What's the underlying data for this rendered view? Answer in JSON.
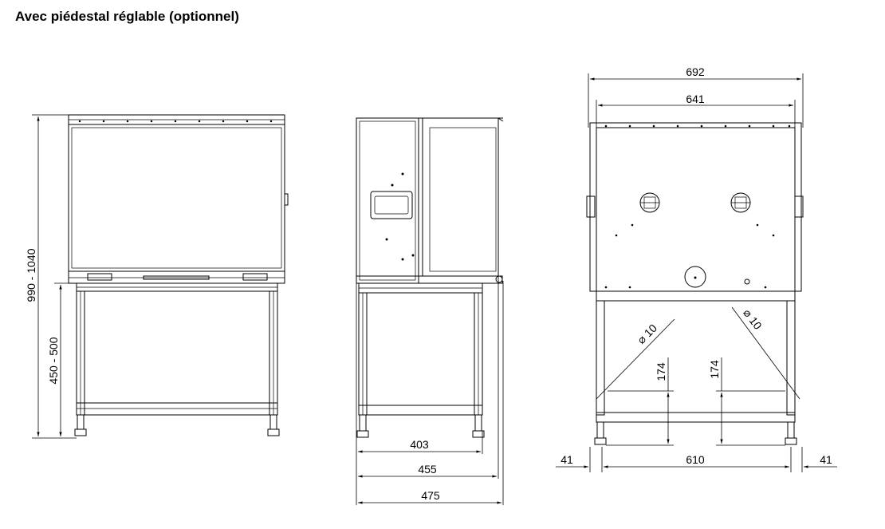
{
  "title": "Avec piédestal réglable (optionnel)",
  "front_view": {
    "total_height": "990 - 1040",
    "stand_height": "450 - 500"
  },
  "side_view": {
    "dim_403": "403",
    "dim_455": "455",
    "dim_475": "475"
  },
  "rear_view": {
    "dim_692": "692",
    "dim_641": "641",
    "dim_610": "610",
    "dim_41_left": "41",
    "dim_41_right": "41",
    "dim_174_left": "174",
    "dim_174_right": "174",
    "diameter_left": "⌀ 10",
    "diameter_right": "⌀ 10"
  }
}
